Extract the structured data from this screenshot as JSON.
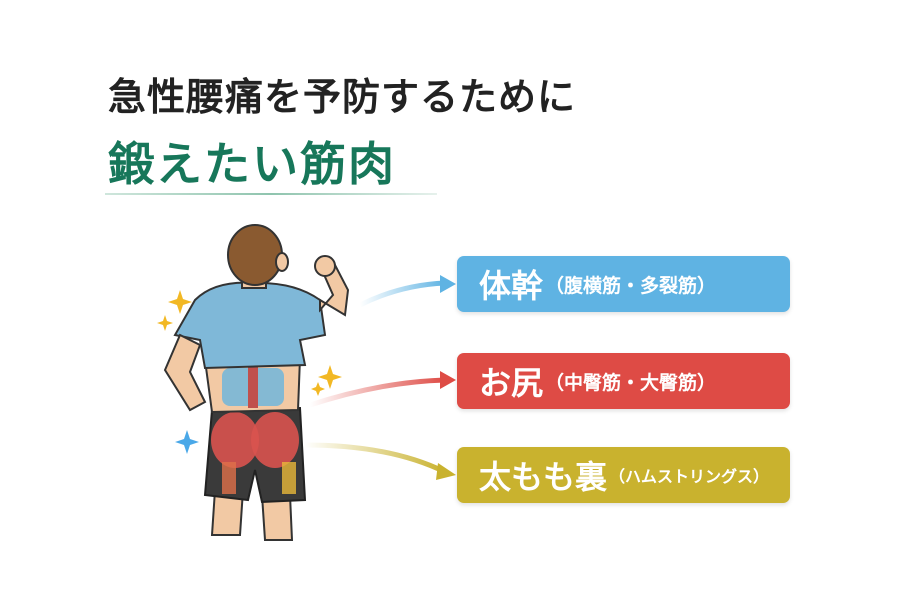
{
  "title": "急性腰痛を予防するために",
  "subtitle": "鍛えたい筋肉",
  "labels": [
    {
      "main": "体幹",
      "sub": "（腹横筋・多裂筋）",
      "color": "#5fb3e3"
    },
    {
      "main": "お尻",
      "sub": "（中臀筋・大臀筋）",
      "color": "#de4b45"
    },
    {
      "main": "太もも裏",
      "sub": "（ハムストリングス）",
      "color": "#c9b22e"
    }
  ]
}
